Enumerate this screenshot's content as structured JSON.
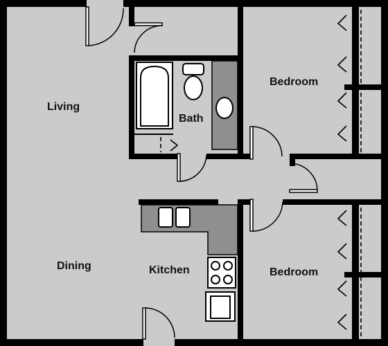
{
  "floorplan": {
    "rooms": {
      "living": "Living",
      "bath": "Bath",
      "bedroom_top": "Bedroom",
      "dining": "Dining",
      "kitchen": "Kitchen",
      "bedroom_bottom": "Bedroom"
    }
  },
  "colors": {
    "floor": "#cbcbcb",
    "wall": "#000000",
    "counter": "#8f8f8f",
    "fixture": "#ffffff"
  }
}
